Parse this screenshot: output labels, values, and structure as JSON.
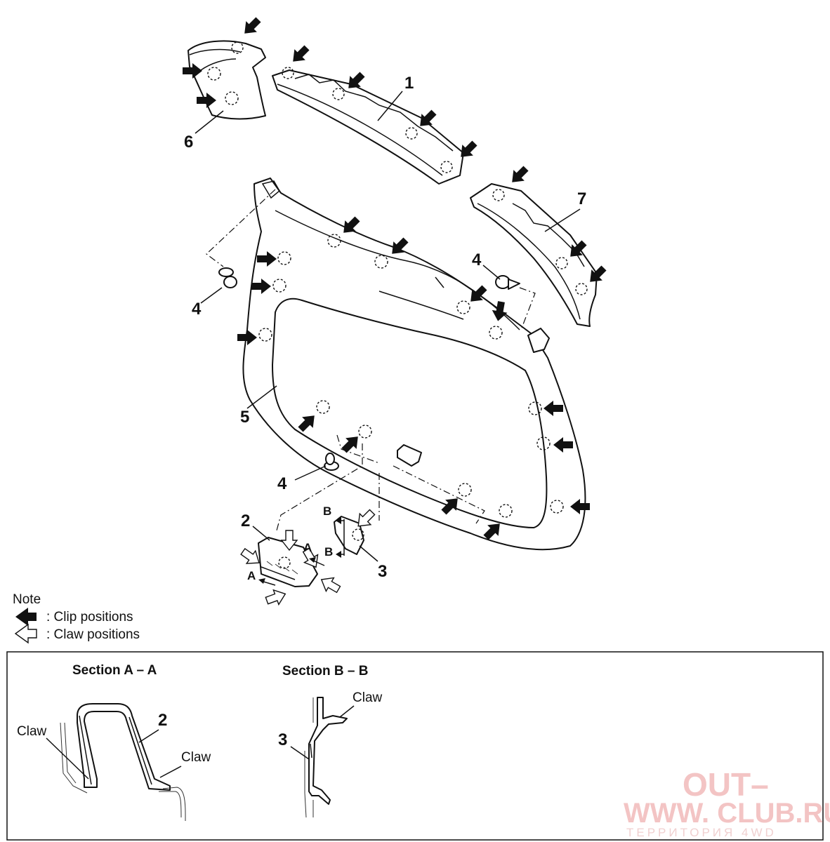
{
  "callouts": {
    "part_1": "1",
    "part_2": "2",
    "part_3": "3",
    "part_4_left": "4",
    "part_4_right": "4",
    "part_4_bottom": "4",
    "part_5": "5",
    "part_6": "6",
    "part_7": "7",
    "section_a_upper": "A",
    "section_a_lower": "A",
    "section_b_upper": "B",
    "section_b_lower": "B"
  },
  "legend": {
    "title": "Note",
    "clip_label": ": Clip positions",
    "claw_label": ": Claw positions",
    "clip_icon": "solid-arrow-icon",
    "claw_icon": "outline-arrow-icon"
  },
  "section_a": {
    "title": "Section A – A",
    "part": "2",
    "claw_left": "Claw",
    "claw_right": "Claw"
  },
  "section_b": {
    "title": "Section B – B",
    "part": "3",
    "claw": "Claw"
  },
  "watermark": {
    "line1": "OUT–",
    "line2": "WWW. CLUB.RU",
    "line3": "ТЕРРИТОРИЯ 4WD"
  },
  "colors": {
    "line": "#111111",
    "background": "#ffffff",
    "watermark": "#f3c4c4"
  }
}
